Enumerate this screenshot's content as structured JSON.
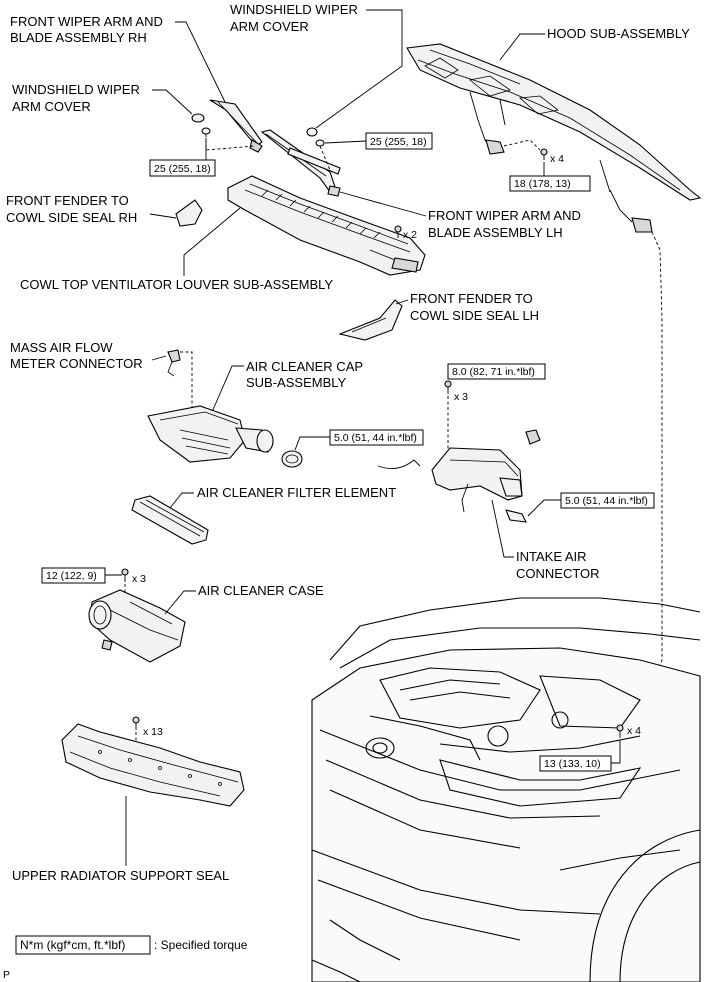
{
  "labels": {
    "front_wiper_arm_rh": [
      "FRONT WIPER ARM AND",
      "BLADE ASSEMBLY RH"
    ],
    "windshield_wiper_arm_cover_top": [
      "WINDSHIELD WIPER",
      "ARM COVER"
    ],
    "windshield_wiper_arm_cover_left": [
      "WINDSHIELD WIPER",
      "ARM COVER"
    ],
    "hood_sub_assembly": "HOOD SUB-ASSEMBLY",
    "front_fender_seal_rh": [
      "FRONT FENDER TO",
      "COWL SIDE SEAL RH"
    ],
    "front_wiper_arm_lh": [
      "FRONT WIPER ARM AND",
      "BLADE ASSEMBLY LH"
    ],
    "cowl_top_louver": "COWL TOP VENTILATOR LOUVER SUB-ASSEMBLY",
    "front_fender_seal_lh": [
      "FRONT FENDER TO",
      "COWL SIDE SEAL LH"
    ],
    "mass_air_flow_connector": [
      "MASS AIR FLOW",
      "METER CONNECTOR"
    ],
    "air_cleaner_cap": [
      "AIR CLEANER CAP",
      "SUB-ASSEMBLY"
    ],
    "air_cleaner_filter": "AIR CLEANER FILTER ELEMENT",
    "intake_air_connector": [
      "INTAKE AIR",
      "CONNECTOR"
    ],
    "air_cleaner_case": "AIR CLEANER CASE",
    "upper_radiator_seal": "UPPER RADIATOR SUPPORT SEAL"
  },
  "torques": {
    "wiper_rh": "25 (255, 18)",
    "wiper_lh": "25 (255, 18)",
    "hood_hinge": "18 (178, 13)",
    "air_cleaner_cap_bolt": "8.0 (82, 71 in.*lbf)",
    "hose_clamp_left": "5.0 (51, 44 in.*lbf)",
    "hose_clamp_right": "5.0 (51, 44 in.*lbf)",
    "air_cleaner_case_bolt": "12 (122, 9)",
    "hood_lower": "13 (133, 10)"
  },
  "quantities": {
    "hood_bolts": "x 4",
    "louver_clips": "x 2",
    "cap_bolts": "x 3",
    "case_bolts": "x 3",
    "seal_clips": "x 13",
    "hood_lower_bolts": "x 4"
  },
  "legend": {
    "unit": "N*m (kgf*cm, ft.*lbf)",
    "description": ": Specified torque"
  },
  "corner_mark": "P",
  "icons": {
    "bolt": "bolt-icon",
    "clip": "clip-icon",
    "clamp": "hose-clamp-icon"
  }
}
